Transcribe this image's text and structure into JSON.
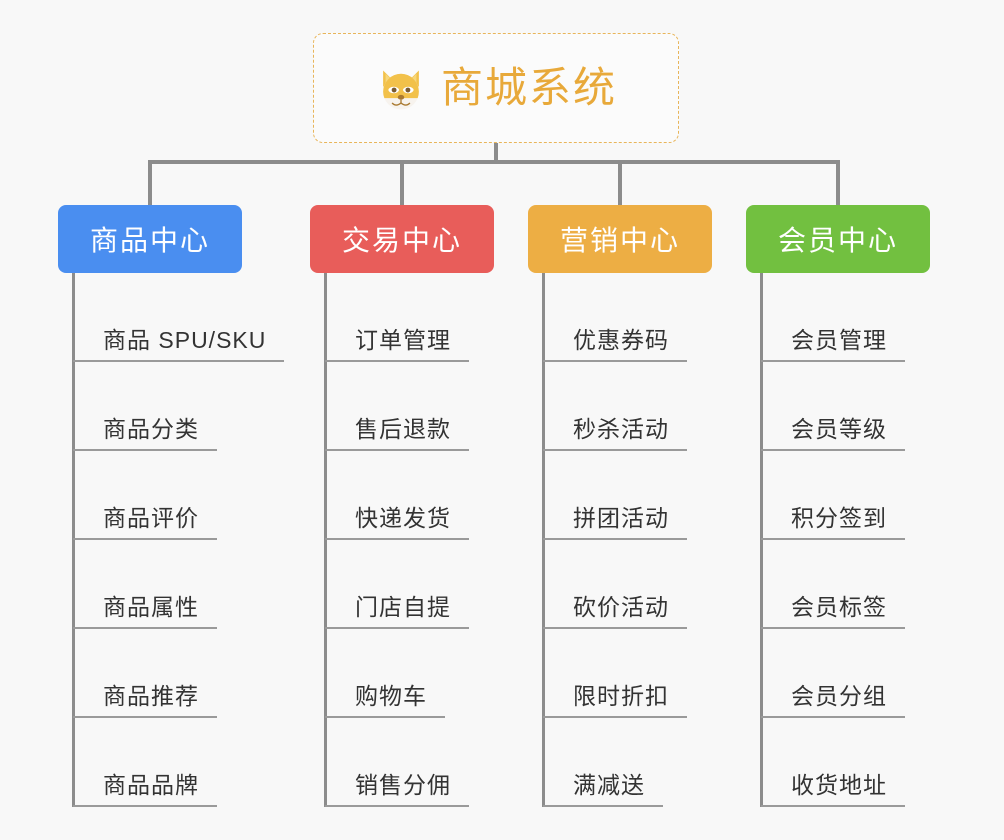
{
  "background_color": "#f8f8f8",
  "root": {
    "title": "商城系统",
    "icon": "shiba-dog-face-icon",
    "text_color": "#e8a93a",
    "border_color": "#e8b55a"
  },
  "connector_color": "#8c8c8c",
  "columns": [
    {
      "id": "product-center",
      "label": "商品中心",
      "color": "#4a8ef0",
      "items": [
        "商品 SPU/SKU",
        "商品分类",
        "商品评价",
        "商品属性",
        "商品推荐",
        "商品品牌"
      ]
    },
    {
      "id": "trade-center",
      "label": "交易中心",
      "color": "#e85d5a",
      "items": [
        "订单管理",
        "售后退款",
        "快递发货",
        "门店自提",
        "购物车",
        "销售分佣"
      ]
    },
    {
      "id": "marketing-center",
      "label": "营销中心",
      "color": "#edae44",
      "items": [
        "优惠券码",
        "秒杀活动",
        "拼团活动",
        "砍价活动",
        "限时折扣",
        "满减送"
      ]
    },
    {
      "id": "member-center",
      "label": "会员中心",
      "color": "#72c040",
      "items": [
        "会员管理",
        "会员等级",
        "积分签到",
        "会员标签",
        "会员分组",
        "收货地址"
      ]
    }
  ]
}
